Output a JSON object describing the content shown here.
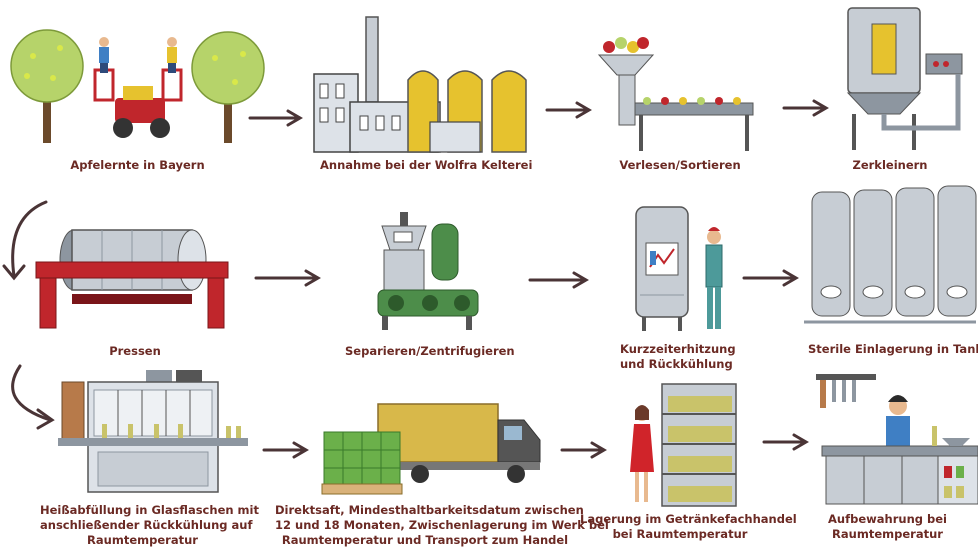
{
  "colors": {
    "label": "#6b2a24",
    "arrow": "#4a3436",
    "steel": "#c7cdd4",
    "steel_dark": "#8d96a0",
    "red": "#c0262c",
    "green": "#4d8d4a",
    "yellow": "#e6c22e",
    "tree": "#b6d36a"
  },
  "steps": [
    {
      "label": "Apfelernte in Bayern"
    },
    {
      "label": "Annahme bei der Wolfra Kelterei"
    },
    {
      "label": "Verlesen/Sortieren"
    },
    {
      "label": "Zerkleinern"
    },
    {
      "label": "Pressen"
    },
    {
      "label": "Separieren/Zentrifugieren"
    },
    {
      "label_line1": "Kurzzeiterhitzung",
      "label_line2": "und Rückkühlung"
    },
    {
      "label": "Sterile Einlagerung in Tanks"
    },
    {
      "label_line1": "Heißabfüllung in Glasflaschen mit",
      "label_line2": "anschließender Rückkühlung auf",
      "label_line3": "Raumtemperatur"
    },
    {
      "label_line1": "Direktsaft, Mindesthaltbarkeitsdatum zwischen",
      "label_line2": "12 und 18 Monaten, Zwischenlagerung im Werk bei",
      "label_line3": "Raumtemperatur und Transport zum Handel"
    },
    {
      "label_line1": "Lagerung im Getränkefachhandel",
      "label_line2": "bei Raumtemperatur"
    },
    {
      "label_line1": "Aufbewahrung bei",
      "label_line2": "Raumtemperatur"
    }
  ]
}
